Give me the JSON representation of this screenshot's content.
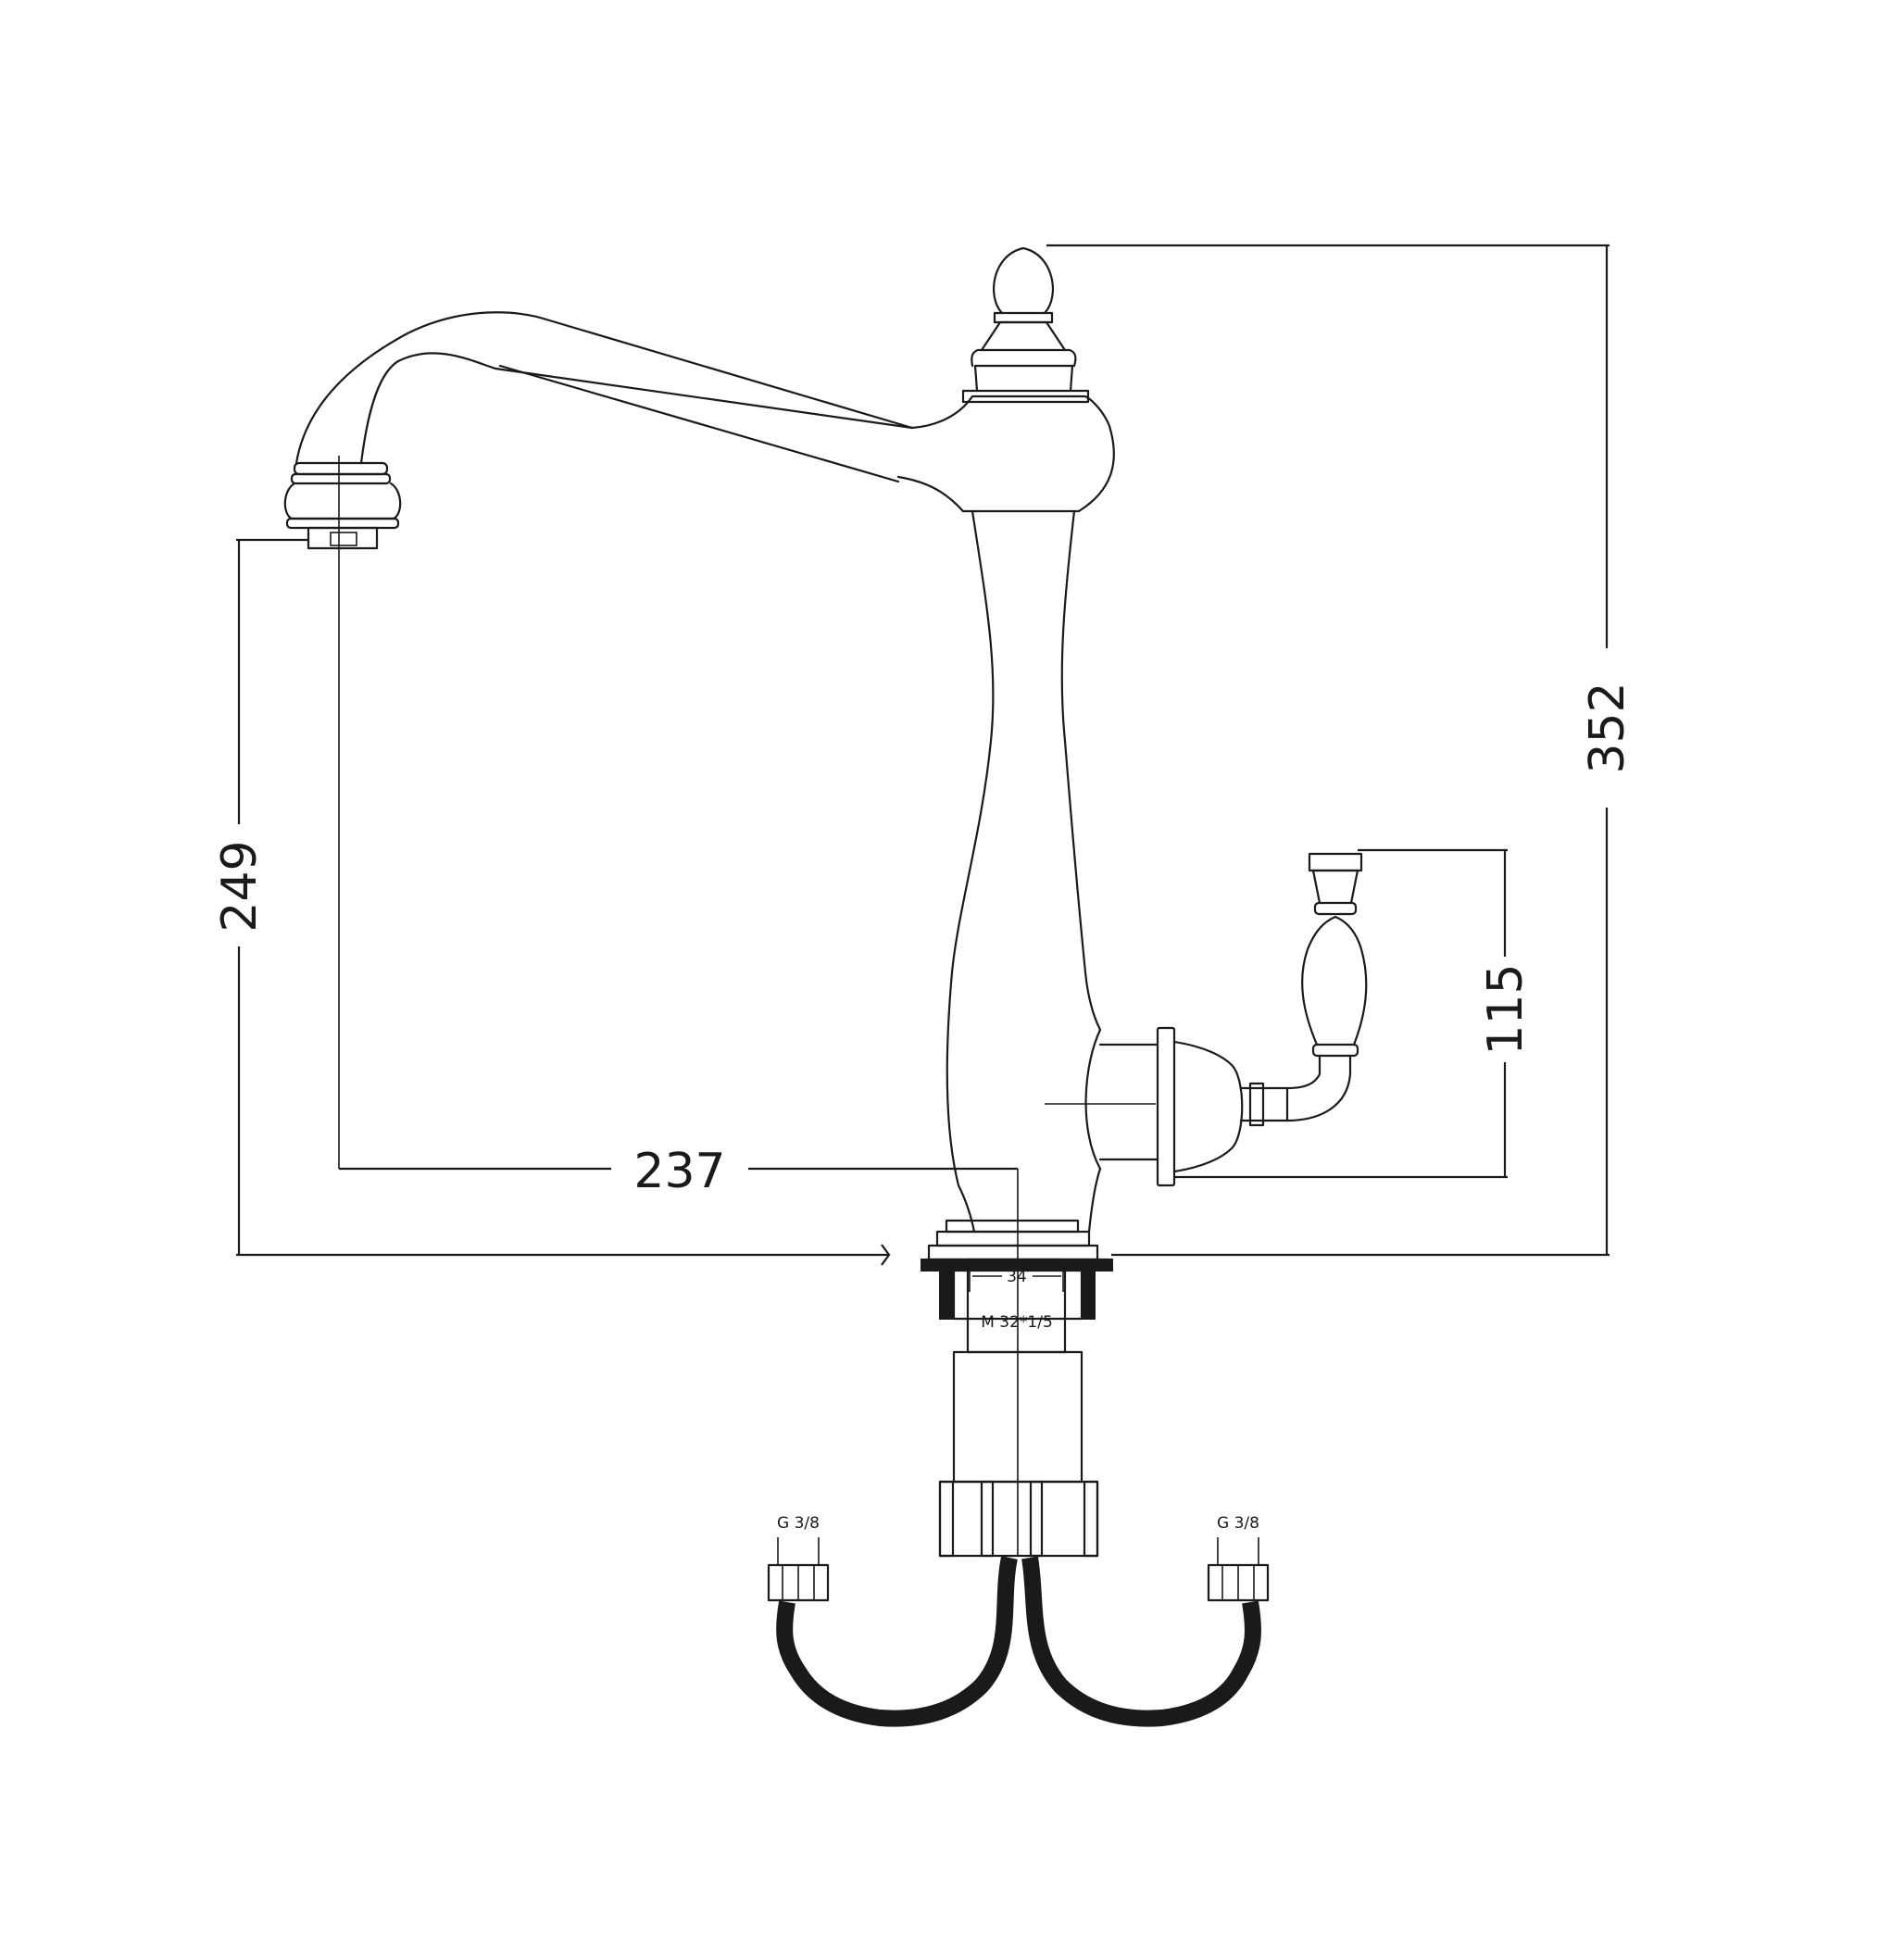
{
  "dimensions": {
    "overall_height": "352",
    "spout_height": "249",
    "spout_reach": "237",
    "lever_height": "115",
    "base_width": "34"
  },
  "labels": {
    "thread": "M 32*1/5",
    "hose_connection_left": "G 3/8",
    "hose_connection_right": "G 3/8"
  },
  "colors": {
    "line": "#1a1a1a",
    "background": "#ffffff"
  }
}
